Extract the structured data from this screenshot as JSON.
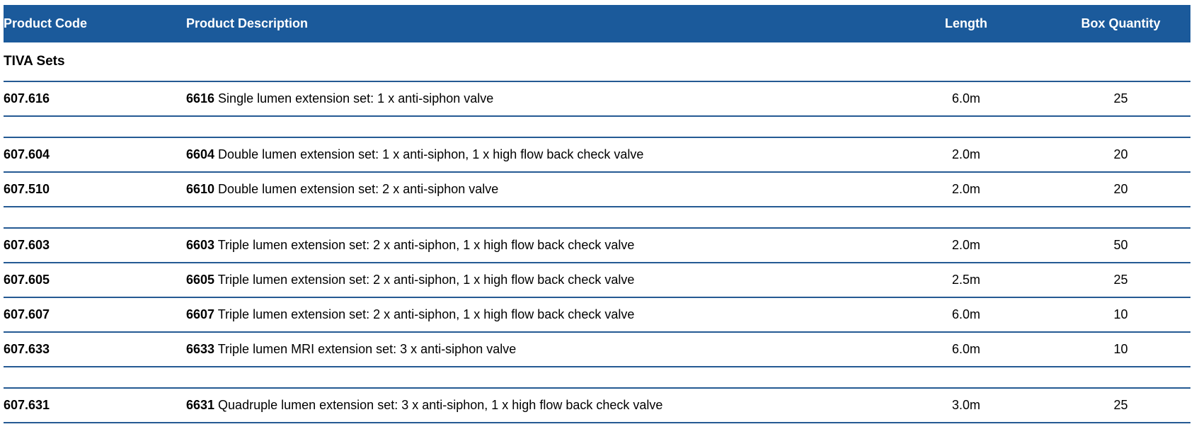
{
  "table": {
    "columns": [
      {
        "label": "Product Code",
        "align": "left"
      },
      {
        "label": "Product Description",
        "align": "left"
      },
      {
        "label": "Length",
        "align": "center"
      },
      {
        "label": "Box Quantity",
        "align": "center"
      }
    ],
    "section_label": "TIVA Sets",
    "groups": [
      {
        "rows": [
          {
            "code": "607.616",
            "ref": "6616",
            "description": "Single lumen extension set: 1 x anti-siphon valve",
            "length": "6.0m",
            "box_quantity": "25"
          }
        ]
      },
      {
        "rows": [
          {
            "code": "607.604",
            "ref": "6604",
            "description": "Double lumen extension set: 1 x anti-siphon, 1 x high flow back check valve",
            "length": "2.0m",
            "box_quantity": "20"
          },
          {
            "code": "607.510",
            "ref": "6610",
            "description": "Double lumen extension set: 2 x anti-siphon valve",
            "length": "2.0m",
            "box_quantity": "20"
          }
        ]
      },
      {
        "rows": [
          {
            "code": "607.603",
            "ref": "6603",
            "description": "Triple lumen extension set: 2 x anti-siphon, 1 x high flow back check valve",
            "length": "2.0m",
            "box_quantity": "50"
          },
          {
            "code": "607.605",
            "ref": "6605",
            "description": "Triple lumen extension set: 2 x anti-siphon, 1 x high flow back check valve",
            "length": "2.5m",
            "box_quantity": "25"
          },
          {
            "code": "607.607",
            "ref": "6607",
            "description": "Triple lumen extension set: 2 x anti-siphon, 1 x high flow back check valve",
            "length": "6.0m",
            "box_quantity": "10"
          },
          {
            "code": "607.633",
            "ref": "6633",
            "description": "Triple lumen MRI extension set: 3 x anti-siphon valve",
            "length": "6.0m",
            "box_quantity": "10"
          }
        ]
      },
      {
        "rows": [
          {
            "code": "607.631",
            "ref": "6631",
            "description": "Quadruple lumen extension set: 3 x anti-siphon, 1 x high flow back check valve",
            "length": "3.0m",
            "box_quantity": "25"
          }
        ]
      }
    ],
    "colors": {
      "header_bg": "#1b5a9b",
      "header_text": "#ffffff",
      "row_line": "#255a93",
      "body_text": "#000000"
    }
  }
}
